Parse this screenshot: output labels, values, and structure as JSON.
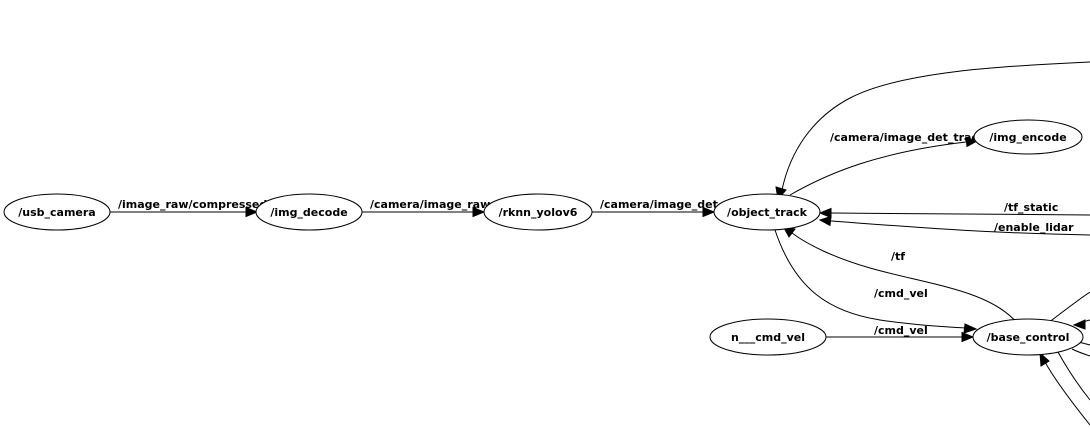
{
  "diagram": {
    "colors": {
      "background": "#ffffff",
      "stroke": "#000000",
      "text": "#000000"
    },
    "nodes": {
      "usb_camera": "/usb_camera",
      "img_decode": "/img_decode",
      "rknn_yolov6": "/rknn_yolov6",
      "object_track": "/object_track",
      "img_encode": "/img_encode",
      "n_cmd_vel": "n___cmd_vel",
      "base_control": "/base_control"
    },
    "edges": {
      "usb_to_decode": "/image_raw/compressed",
      "decode_to_yolo": "/camera/image_raw",
      "yolo_to_track": "/camera/image_det",
      "track_to_encode": "/camera/image_det_track",
      "tf_static": "/tf_static",
      "enable_lidar": "/enable_lidar",
      "tf": "/tf",
      "track_to_base": "/cmd_vel",
      "ncmd_to_base": "/cmd_vel"
    }
  }
}
